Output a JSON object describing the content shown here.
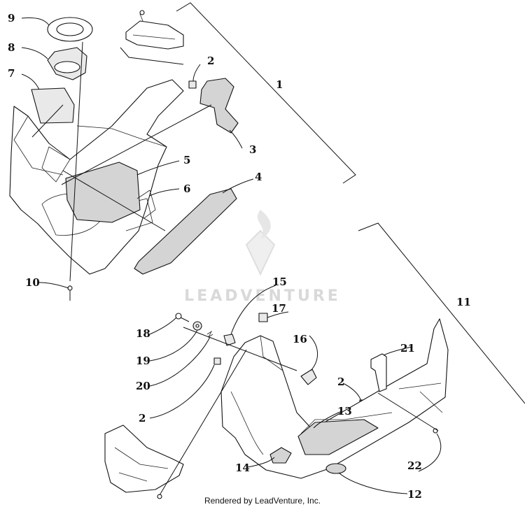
{
  "labels": {
    "l1": "1",
    "l2a": "2",
    "l3": "3",
    "l4": "4",
    "l5": "5",
    "l6": "6",
    "l7": "7",
    "l8": "8",
    "l9": "9",
    "l10": "10",
    "l11": "11",
    "l12": "12",
    "l13": "13",
    "l14": "14",
    "l15": "15",
    "l16": "16",
    "l17": "17",
    "l18": "18",
    "l19": "19",
    "l20": "20",
    "l2b": "2",
    "l2c": "2",
    "l21": "21",
    "l22": "22"
  },
  "watermark": "LEADVENTURE",
  "footer": "Rendered by LeadVenture, Inc."
}
